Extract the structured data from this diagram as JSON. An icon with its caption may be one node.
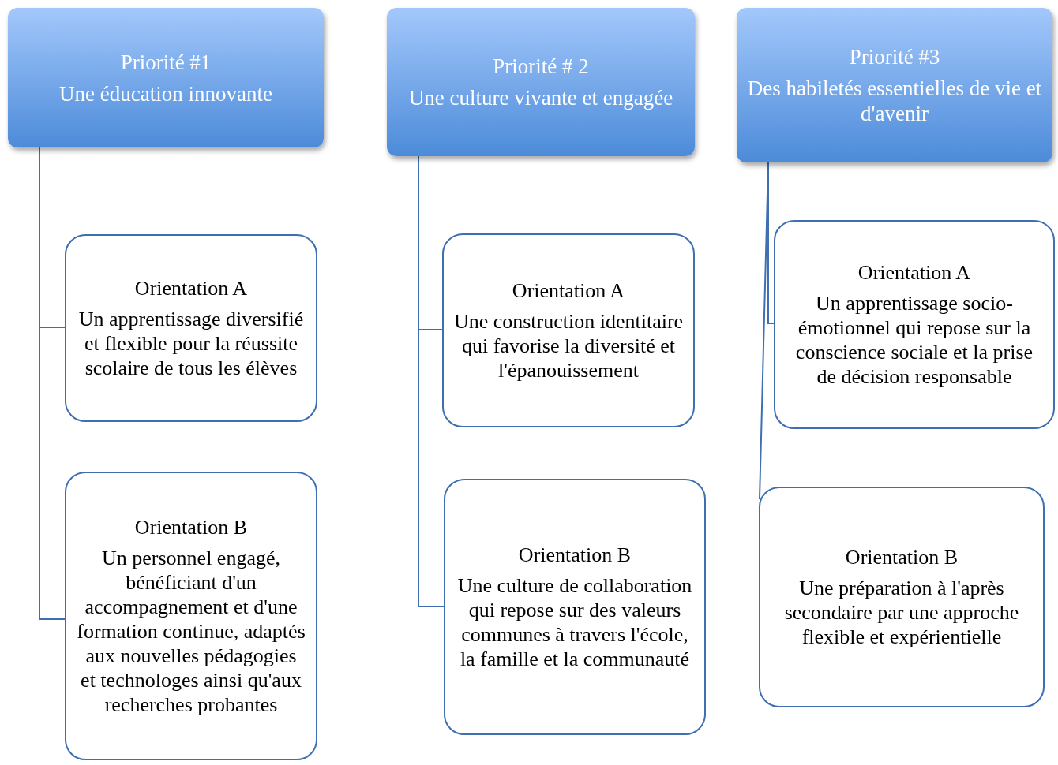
{
  "diagram": {
    "nodes": [
      {
        "text": [
          "Priorité #1",
          "Une éducation innovante"
        ]
      },
      {
        "text": [
          "Orientation A",
          "Un apprentissage diversifié et flexible pour la réussite scolaire de tous les élèves"
        ]
      },
      {
        "text": [
          "Orientation B",
          "Un personnel engagé, bénéficiant d'un accompagnement et d'une formation continue, adaptés aux nouvelles pédagogies et technologes ainsi qu'aux recherches probantes"
        ]
      },
      {
        "text": [
          "Priorité # 2",
          "Une culture vivante et engagée"
        ]
      },
      {
        "text": [
          "Orientation A",
          "Une construction identitaire qui favorise la diversité et l'épanouissement"
        ]
      },
      {
        "text": [
          "Orientation B",
          "Une culture de collaboration qui repose sur des valeurs communes à travers l'école, la famille et la communauté"
        ]
      },
      {
        "text": [
          "Priorité #3",
          "Des habiletés essentielles de vie et d'avenir"
        ]
      },
      {
        "text": [
          "Orientation A",
          "Un apprentissage socio-émotionnel qui repose sur la conscience sociale et la prise de décision responsable"
        ]
      },
      {
        "text": [
          "Orientation B",
          "Une préparation à l'après secondaire par une approche flexible et expérientielle"
        ]
      }
    ],
    "edges": [
      {
        "from": 0,
        "to": 1,
        "arrow": "none"
      },
      {
        "from": 0,
        "to": 2,
        "arrow": "none"
      },
      {
        "from": 3,
        "to": 4,
        "arrow": "none"
      },
      {
        "from": 3,
        "to": 5,
        "arrow": "none"
      },
      {
        "from": 6,
        "to": 7,
        "arrow": "none"
      },
      {
        "from": 6,
        "to": 8,
        "arrow": "none"
      }
    ]
  }
}
